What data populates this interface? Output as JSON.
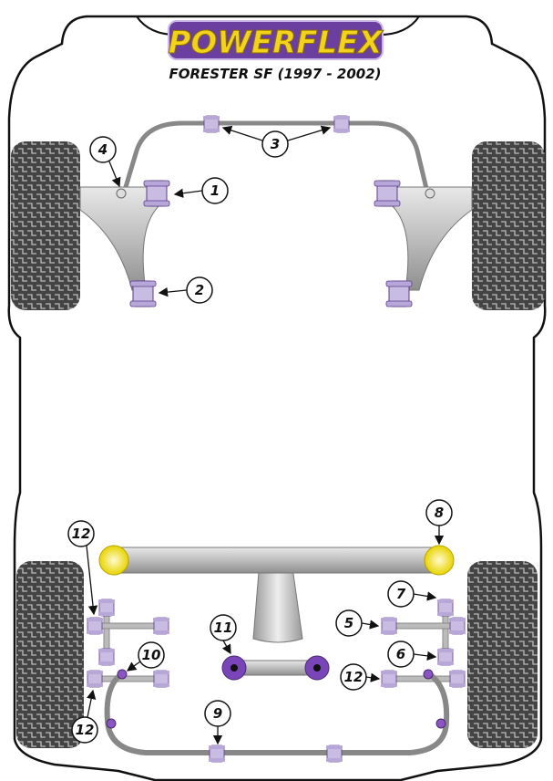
{
  "brand": {
    "logo_text": "POWERFLEX",
    "model": "FORESTER SF (1997 - 2002)"
  },
  "colors": {
    "bush": "#c8b8e0",
    "bush_dark": "#6a3fa0",
    "yellow": "#f5e84a",
    "tire": "#4a4a4a",
    "bar": "#c8c8c8"
  },
  "callouts": [
    {
      "id": "c1",
      "label": "1"
    },
    {
      "id": "c2",
      "label": "2"
    },
    {
      "id": "c3",
      "label": "3"
    },
    {
      "id": "c4",
      "label": "4"
    },
    {
      "id": "c5",
      "label": "5"
    },
    {
      "id": "c6",
      "label": "6"
    },
    {
      "id": "c7",
      "label": "7"
    },
    {
      "id": "c8",
      "label": "8"
    },
    {
      "id": "c9",
      "label": "9"
    },
    {
      "id": "c10",
      "label": "10"
    },
    {
      "id": "c11",
      "label": "11"
    },
    {
      "id": "c12a",
      "label": "12"
    },
    {
      "id": "c12b",
      "label": "12"
    },
    {
      "id": "c12c",
      "label": "12"
    }
  ]
}
